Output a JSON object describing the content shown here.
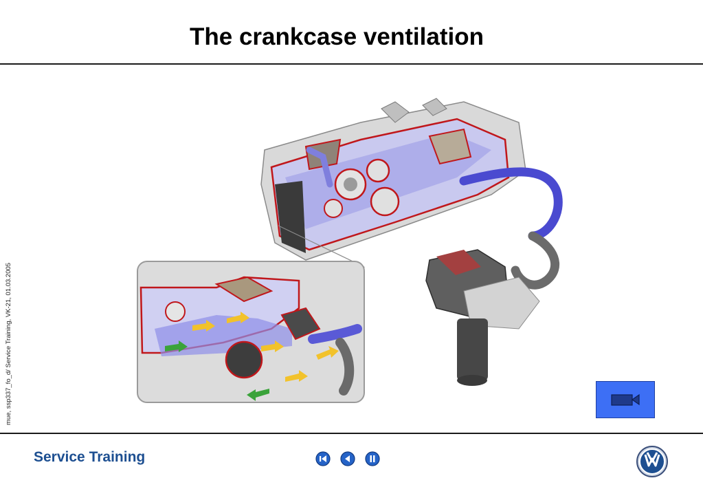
{
  "slide": {
    "title": "The crankcase ventilation",
    "side_note": "mue, ssp337_fo_d/  Service Training, VK-21, 01.03.2005"
  },
  "footer": {
    "brand": "Service Training",
    "nav": {
      "back_icon": "rewind-icon",
      "prev_icon": "previous-icon",
      "pause_icon": "pause-icon"
    },
    "logo_icon": "vw-logo"
  },
  "video_button": {
    "icon": "video-camera-icon"
  },
  "colors": {
    "brand_blue": "#1d4f91",
    "nav_blue": "#2563c7",
    "video_button_bg": "#3d6ff5",
    "duct_blue": "#8c8ce8",
    "outline_red": "#c0171b",
    "flow_yellow": "#f2c22b",
    "flow_green": "#3aa33a"
  }
}
